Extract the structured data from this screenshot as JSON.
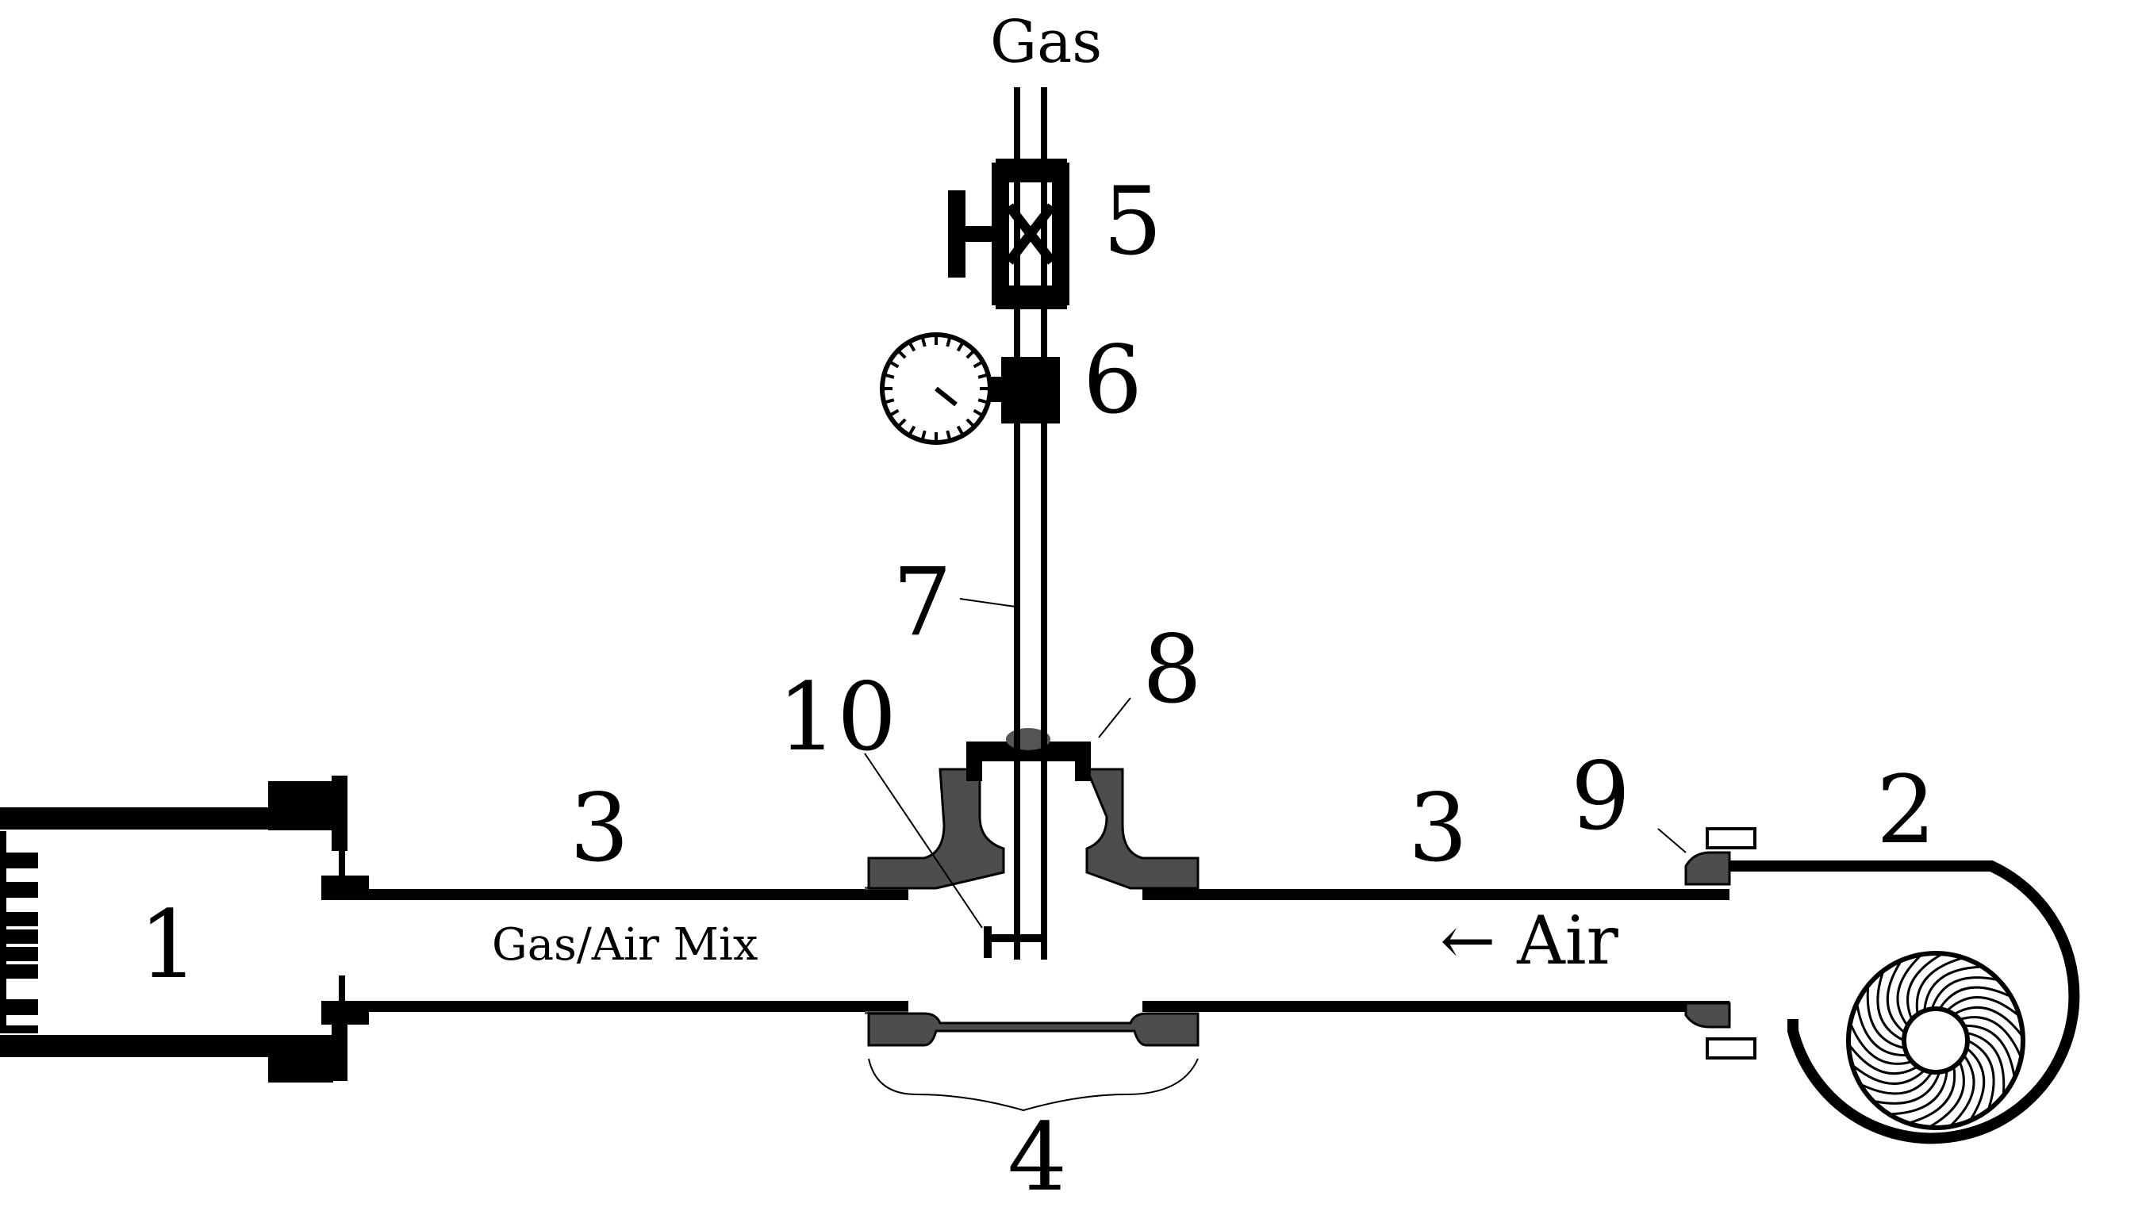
{
  "labels": {
    "gas": "Gas",
    "gas_air_mix": "Gas/Air Mix",
    "air": "← Air",
    "n1": "1",
    "n2": "2",
    "n3_left": "3",
    "n3_right": "3",
    "n4": "4",
    "n5": "5",
    "n6": "6",
    "n7": "7",
    "n8": "8",
    "n9": "9",
    "n10": "10"
  },
  "colors": {
    "line": "#000000",
    "fitting": "#4d4d4d",
    "background": "#ffffff"
  }
}
